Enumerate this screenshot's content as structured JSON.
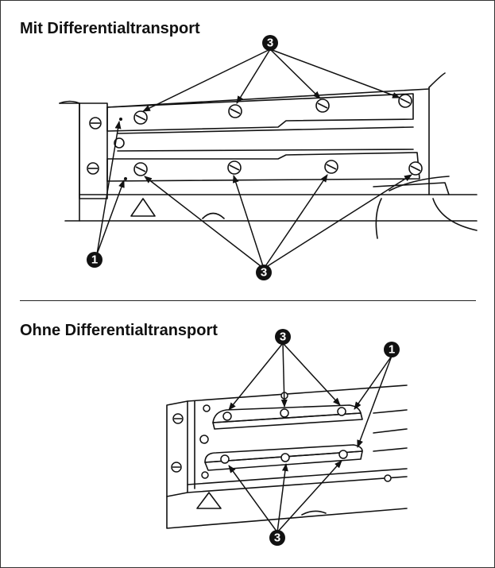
{
  "sections": {
    "top": {
      "title": "Mit Differentialtransport"
    },
    "bottom": {
      "title": "Ohne Differentialtransport"
    }
  },
  "callouts": {
    "screw": "3",
    "plate": "1"
  },
  "colors": {
    "ink": "#111111",
    "background": "#ffffff"
  }
}
